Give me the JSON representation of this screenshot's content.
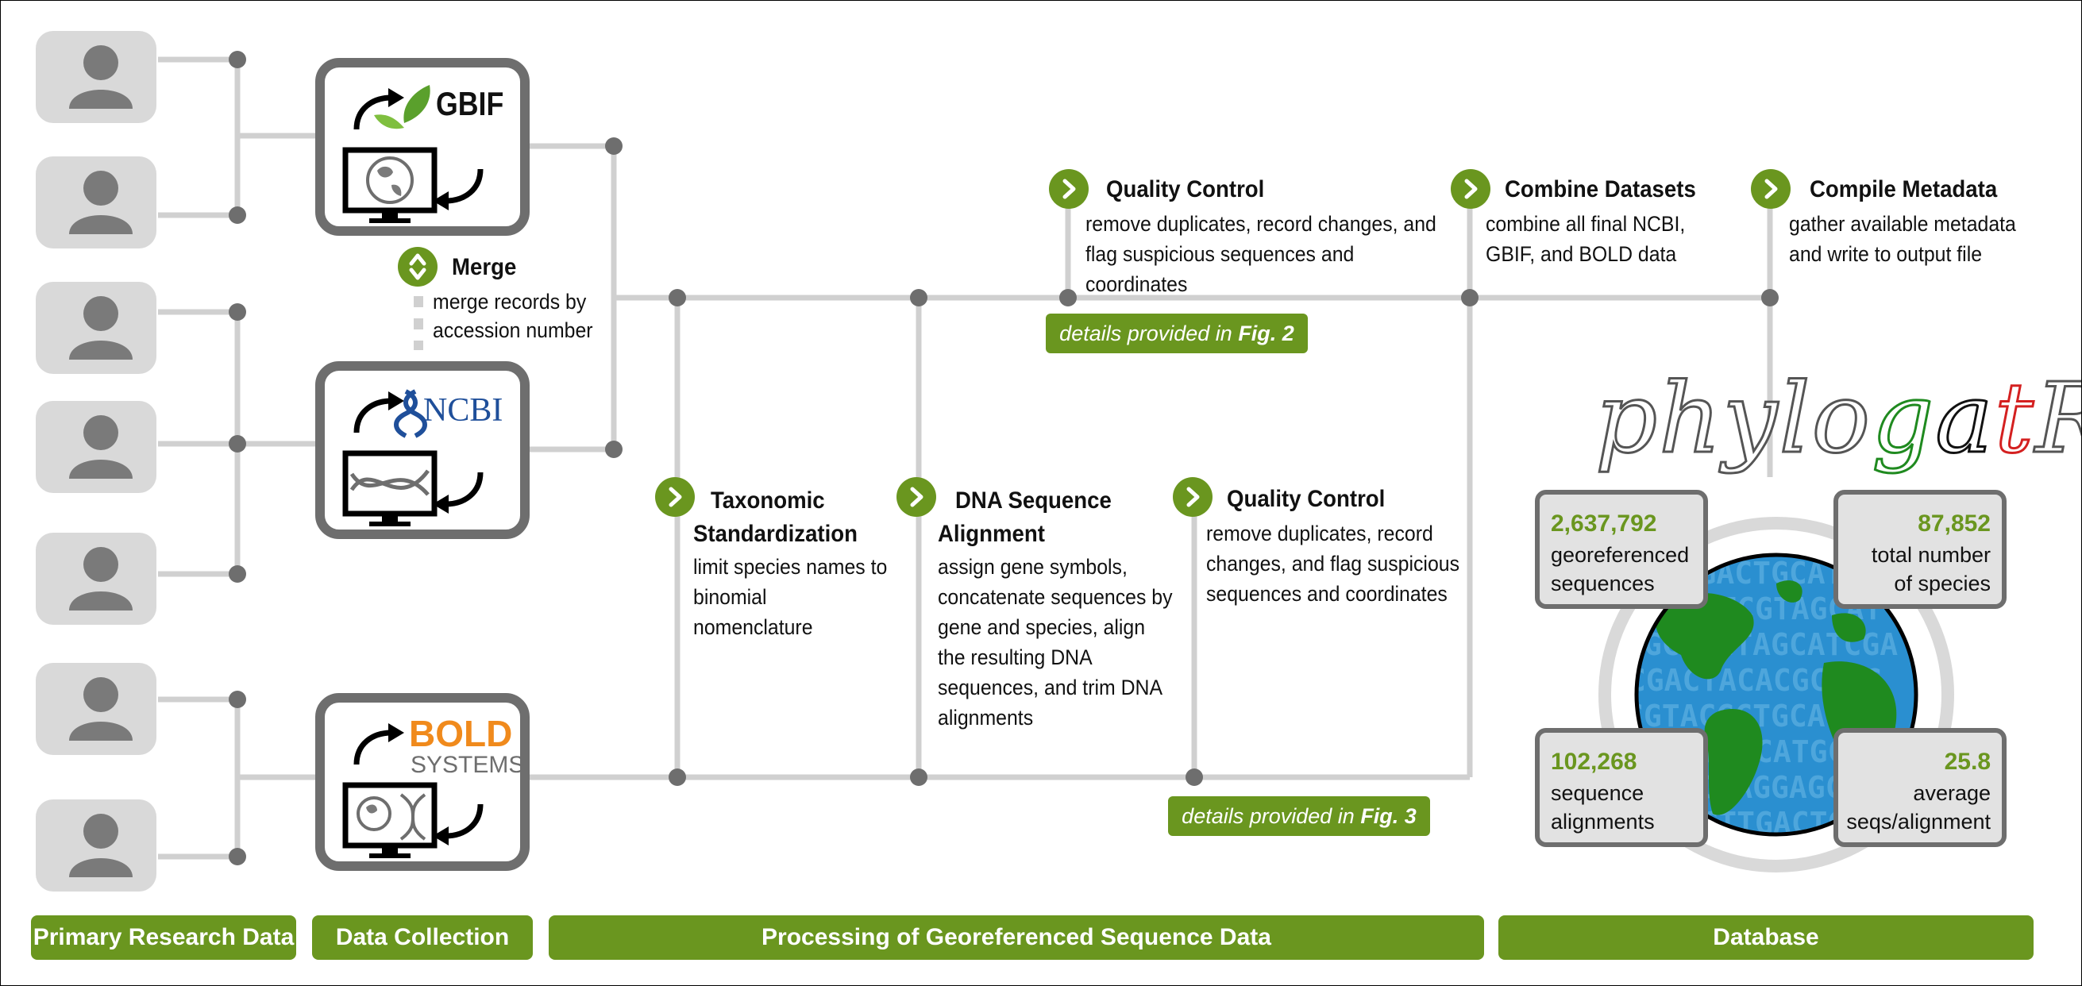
{
  "sources": {
    "gbif": {
      "label": "GBIF"
    },
    "ncbi": {
      "label": "NCBI"
    },
    "bold": {
      "line1": "BOLD",
      "line2": "SYSTEMS"
    }
  },
  "merge": {
    "title": "Merge",
    "desc1": "merge records by",
    "desc2": "accession number"
  },
  "qc_top": {
    "title": "Quality Control",
    "desc1": "remove duplicates, record changes, and",
    "desc2": "flag suspicious sequences and",
    "desc3": "coordinates"
  },
  "combine": {
    "title": "Combine Datasets",
    "desc1": "combine all final NCBI,",
    "desc2": "GBIF, and BOLD data"
  },
  "compile": {
    "title": "Compile Metadata",
    "desc1": "gather available metadata",
    "desc2": "and write to output file"
  },
  "details_fig2": {
    "prefix": "details provided in ",
    "fig": "Fig. 2"
  },
  "details_fig3": {
    "prefix": "details provided in ",
    "fig": "Fig. 3"
  },
  "taxonomic": {
    "title1": "Taxonomic",
    "title2": "Standardization",
    "desc1": "limit species names to",
    "desc2": "binomial",
    "desc3": "nomenclature"
  },
  "dna": {
    "title1": "DNA Sequence",
    "title2": "Alignment",
    "desc1": "assign gene symbols,",
    "desc2": "concatenate sequences by",
    "desc3": "gene and species, align",
    "desc4": "the resulting DNA",
    "desc5": "sequences, and trim DNA",
    "desc6": "alignments"
  },
  "qc_bottom": {
    "title": "Quality Control",
    "desc1": "remove duplicates, record",
    "desc2": "changes, and flag suspicious",
    "desc3": "sequences and coordinates"
  },
  "logo": {
    "p1": "phylo",
    "g": "g",
    "a": "a",
    "t": "t",
    "r": "R"
  },
  "stats": {
    "sequences": {
      "value": "2,637,792",
      "label1": "georeferenced",
      "label2": "sequences"
    },
    "species": {
      "value": "87,852",
      "label1": "total number",
      "label2": "of species"
    },
    "alignments": {
      "value": "102,268",
      "label1": "sequence",
      "label2": "alignments"
    },
    "average": {
      "value": "25.8",
      "label1": "average",
      "label2": "seqs/alignment"
    }
  },
  "footer": {
    "primary": "Primary Research Data",
    "collection": "Data Collection",
    "processing": "Processing of Georeferenced Sequence Data",
    "database": "Database"
  },
  "colors": {
    "accent": "#6a961f",
    "box_border": "#6e6e6e",
    "line": "#d0d0d0",
    "node": "#6e6e6e",
    "ocean": "#2a8fd0",
    "land": "#1f8a1f"
  },
  "icons": [
    "person-icon",
    "monitor-icon",
    "globe-icon",
    "dna-icon",
    "leaf-icon",
    "refresh-arrow-icon",
    "chevron-right-icon",
    "up-down-arrows-icon"
  ]
}
